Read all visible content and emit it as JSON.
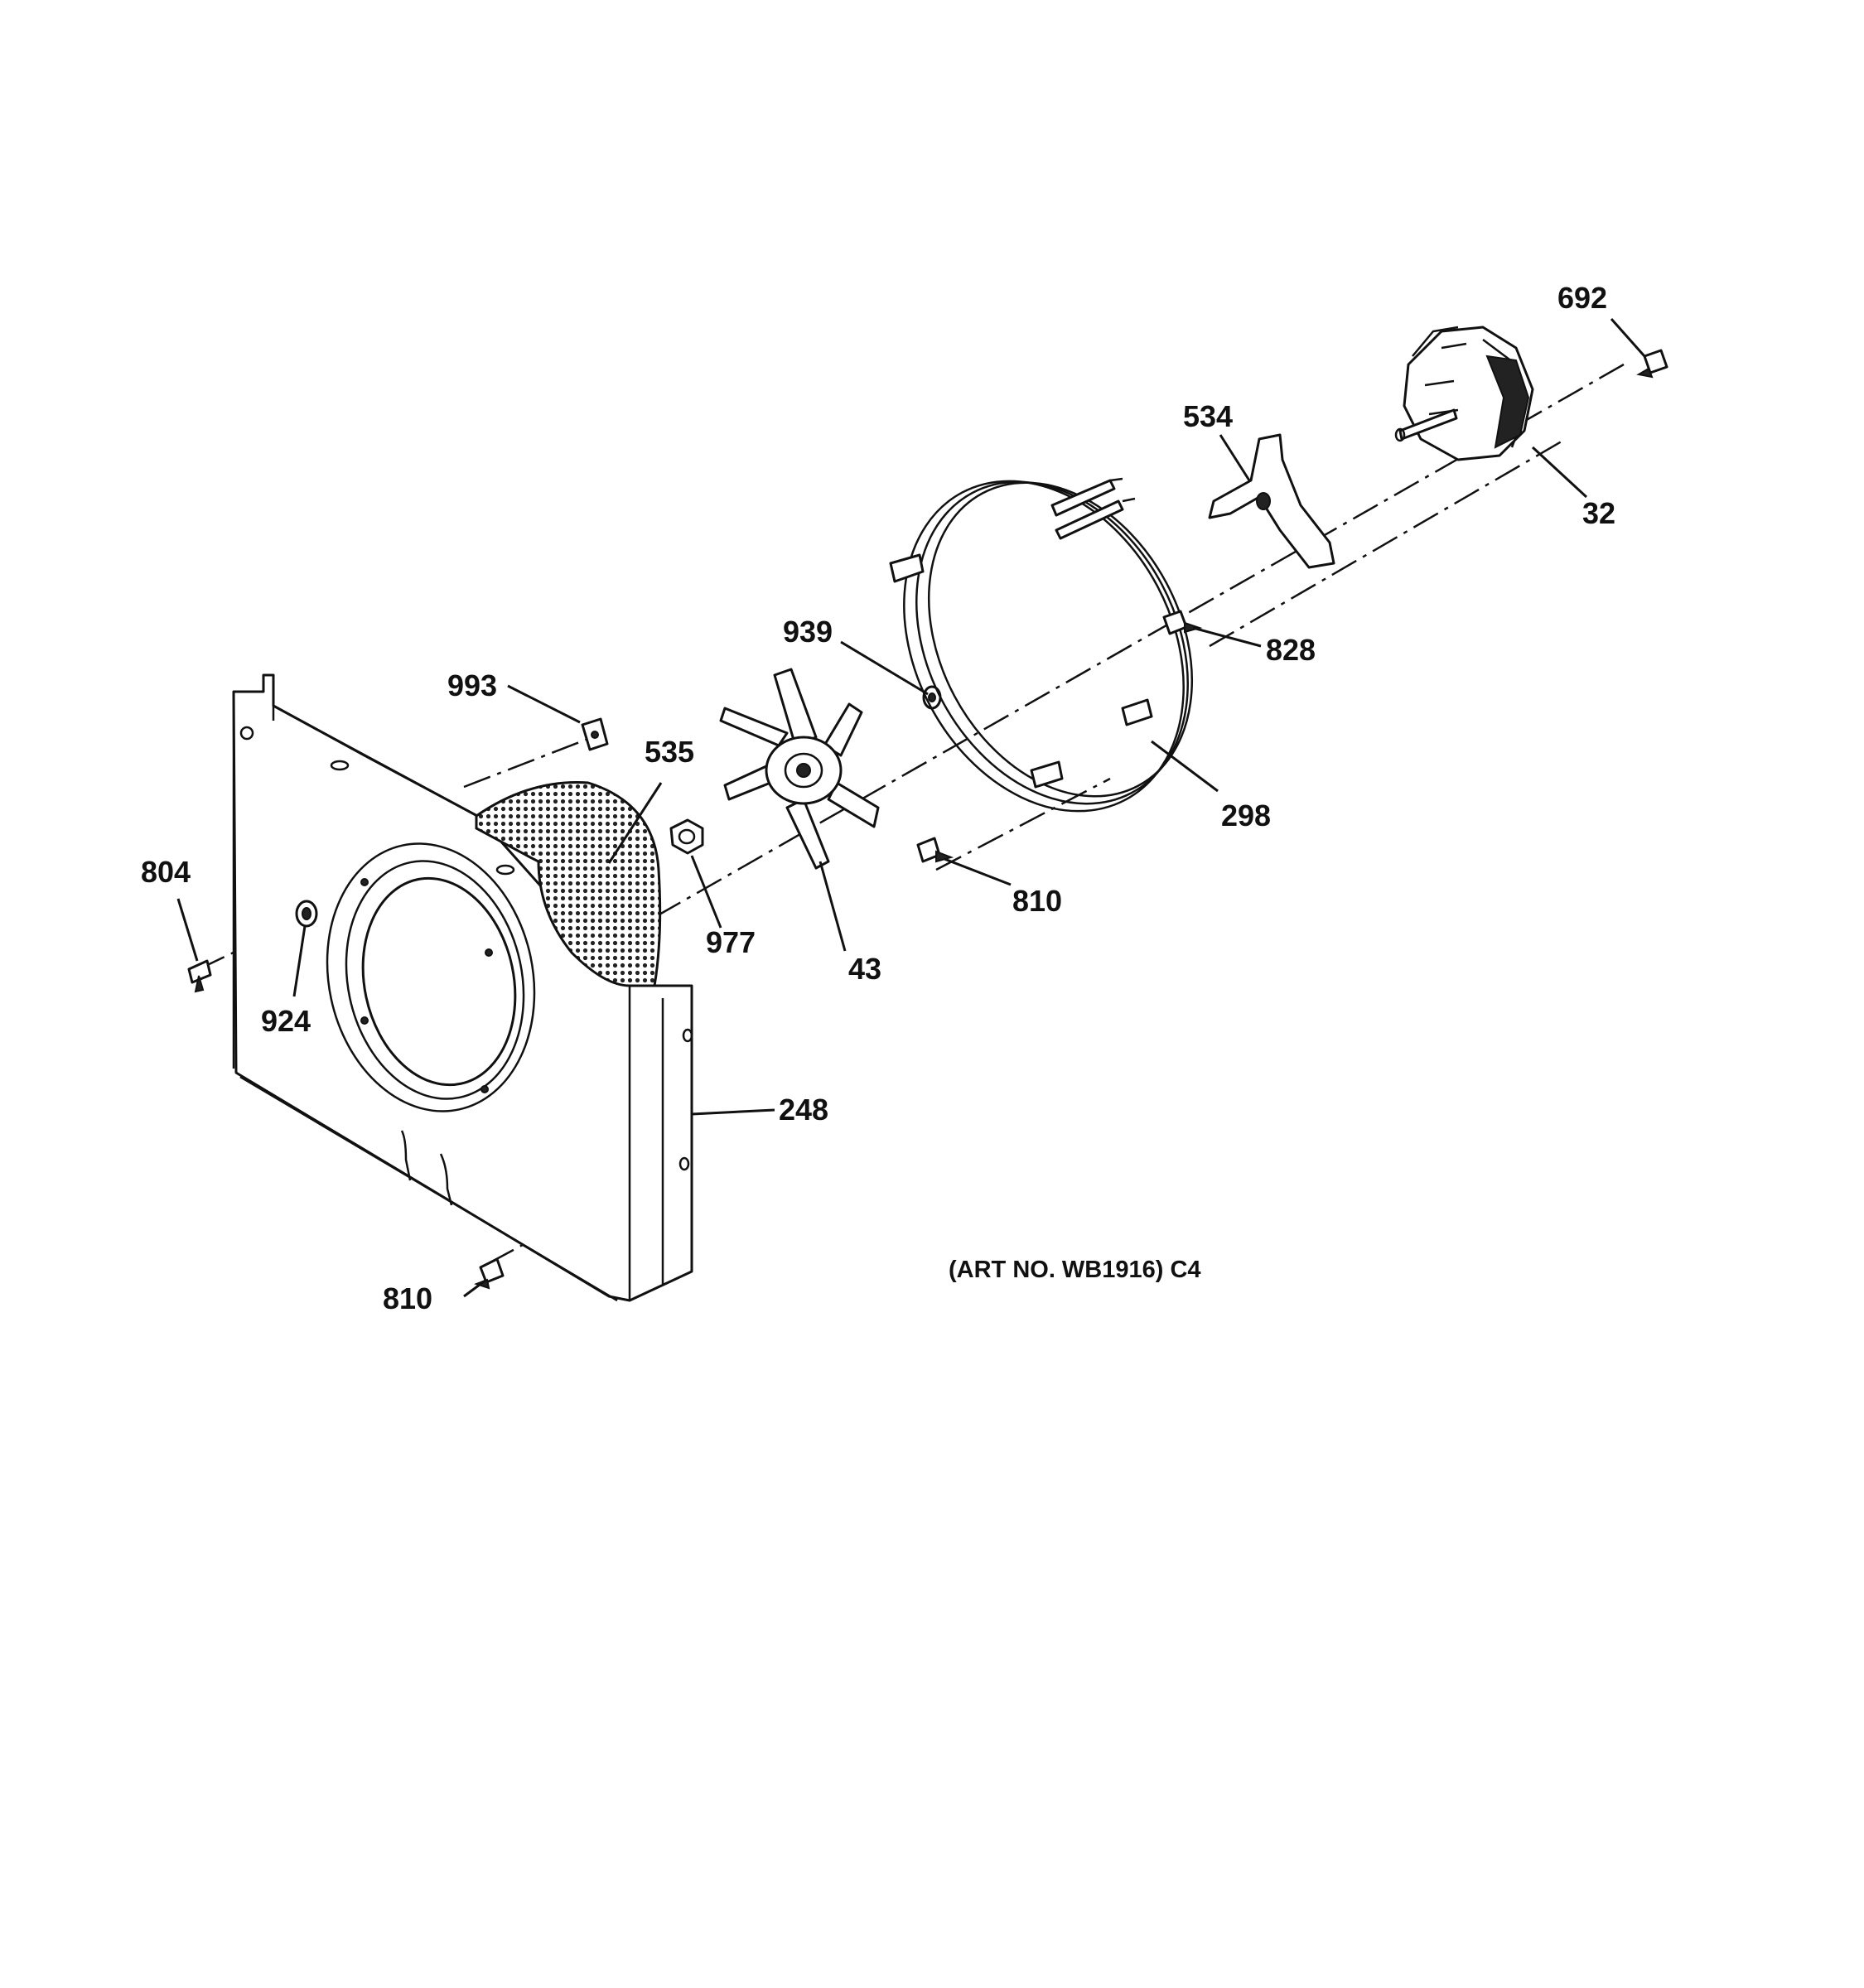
{
  "parts": {
    "p692": "692",
    "p534": "534",
    "p32": "32",
    "p828": "828",
    "p939": "939",
    "p993": "993",
    "p535": "535",
    "p298": "298",
    "p804": "804",
    "p810_mid": "810",
    "p977": "977",
    "p43": "43",
    "p924": "924",
    "p248": "248",
    "p810_bottom": "810"
  },
  "art_number": "(ART NO. WB1916) C4"
}
